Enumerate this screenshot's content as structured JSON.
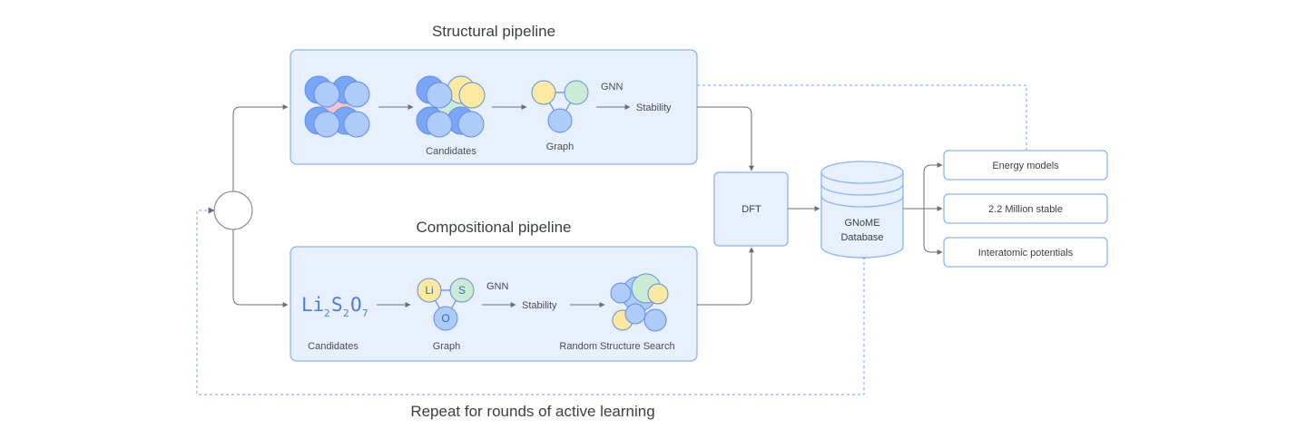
{
  "titles": {
    "structural": "Structural pipeline",
    "compositional": "Compositional pipeline",
    "repeat": "Repeat for rounds of active learning"
  },
  "structural": {
    "candidates_label": "Candidates",
    "graph_label": "Graph",
    "gnn_label": "GNN",
    "stability_label": "Stability"
  },
  "compositional": {
    "formula": {
      "parts": [
        {
          "text": "Li",
          "sub": "2"
        },
        {
          "text": "S",
          "sub": "2"
        },
        {
          "text": "O",
          "sub": "7"
        }
      ]
    },
    "candidates_label": "Candidates",
    "graph_label": "Graph",
    "graph_nodes": [
      "Li",
      "S",
      "O"
    ],
    "gnn_label": "GNN",
    "stability_label": "Stability",
    "search_label": "Random Structure Search"
  },
  "dft_label": "DFT",
  "database": {
    "line1": "GNoME",
    "line2": "Database"
  },
  "outputs": [
    "Energy models",
    "2.2 Million stable",
    "Interatomic potentials"
  ],
  "colors": {
    "panel_fill": "#e8f0fe",
    "panel_stroke": "#8ab4f8",
    "blue_node": "#aecbfa",
    "blue_dark": "#7aa7f5",
    "node_stroke": "#5f8de8",
    "yellow_node": "#fde9a0",
    "green_node": "#ccebd3",
    "pink_node": "#f8c4c8",
    "arrow": "#6b6f75",
    "dashed": "#8ab4f8"
  }
}
